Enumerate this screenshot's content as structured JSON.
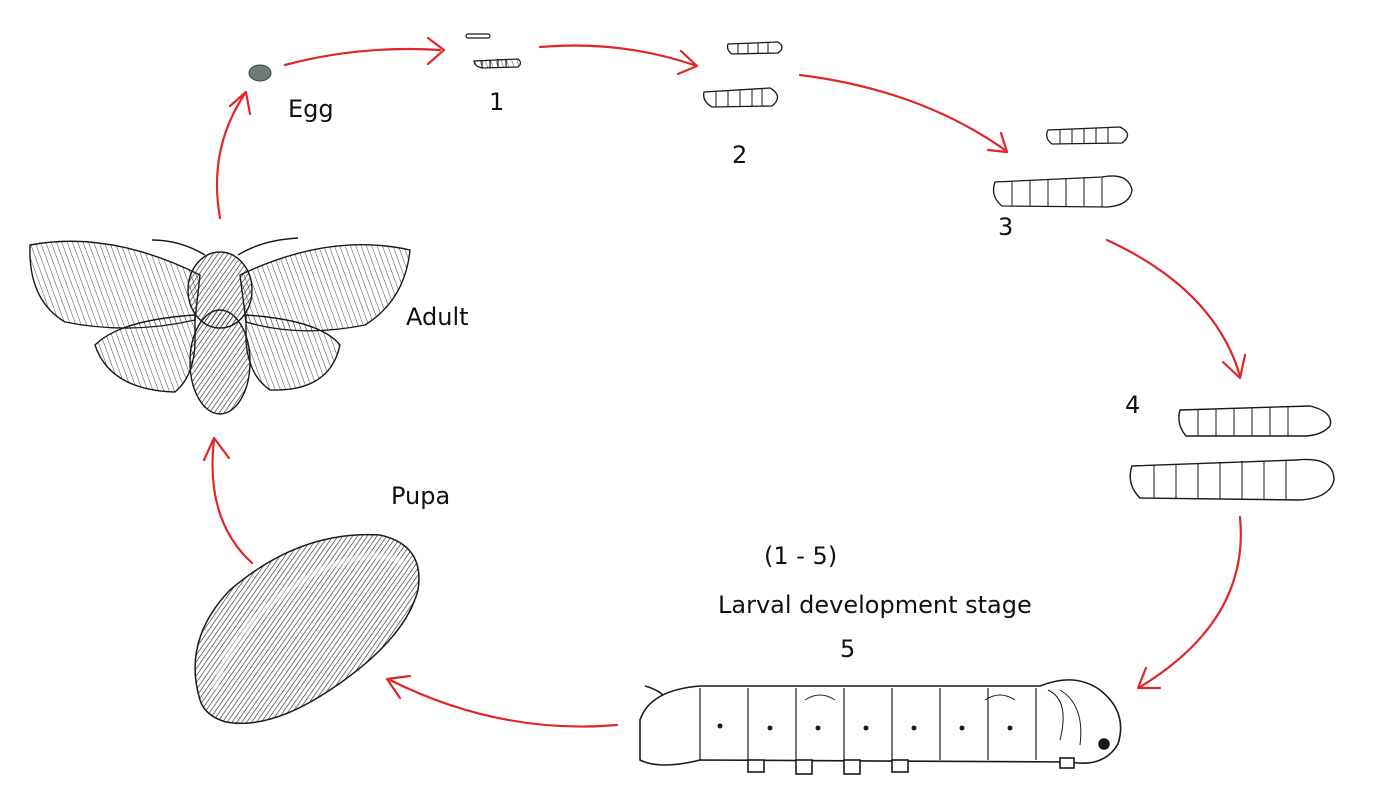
{
  "labels": {
    "egg": "Egg",
    "adult": "Adult",
    "pupa": "Pupa",
    "stage_1": "1",
    "stage_2": "2",
    "stage_3": "3",
    "stage_4": "4",
    "stage_5": "5",
    "range": "(1 - 5)",
    "larval": "Larval development stage"
  },
  "colors": {
    "arrow": "#e0262b",
    "ink": "#1a1a1a",
    "egg": "#6f7b78"
  }
}
